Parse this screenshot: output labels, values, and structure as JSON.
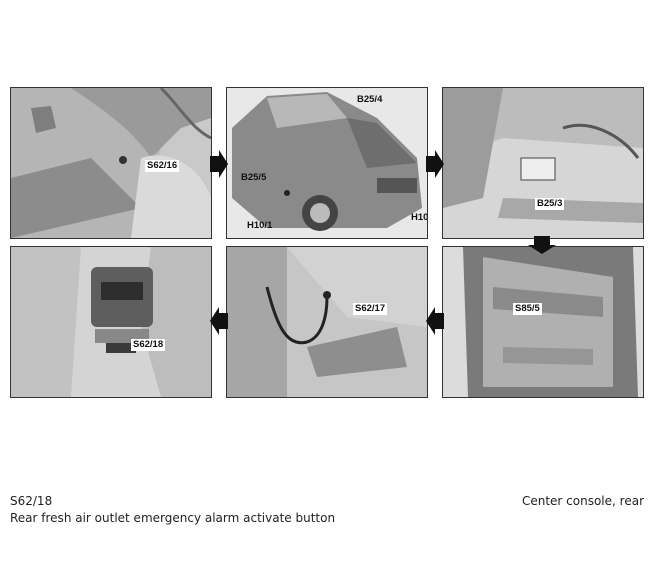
{
  "panels": [
    {
      "labels": [
        "S62/16"
      ]
    },
    {
      "labels": [
        "B25/4",
        "B25/5",
        "H10/1",
        "H10"
      ]
    },
    {
      "labels": [
        "B25/3"
      ]
    },
    {
      "labels": [
        "S62/18"
      ]
    },
    {
      "labels": [
        "S62/17"
      ]
    },
    {
      "labels": [
        "S85/5"
      ]
    }
  ],
  "caption": {
    "code": "S62/18",
    "location": "Center console, rear",
    "description": "Rear fresh air outlet emergency alarm activate button"
  },
  "colors": {
    "arrow": "#111111",
    "panel_border": "#333333"
  }
}
